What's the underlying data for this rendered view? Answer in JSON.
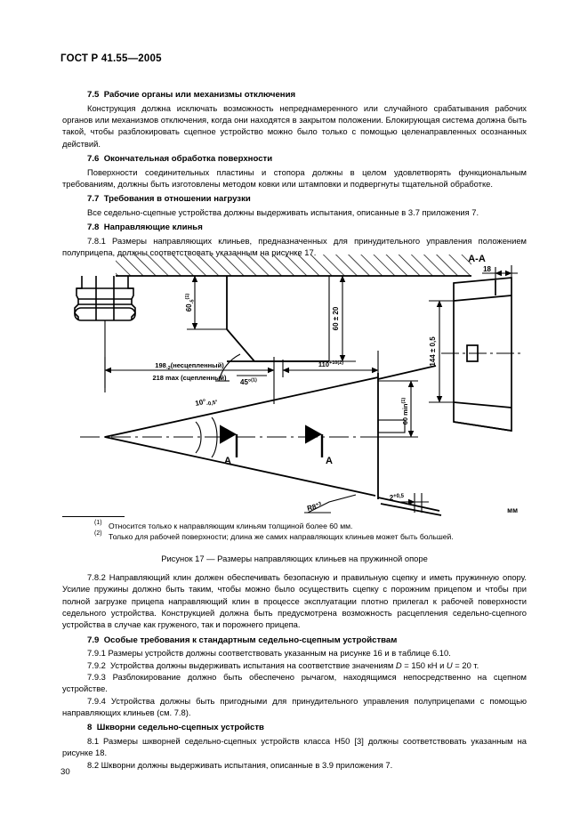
{
  "document": {
    "standard_header": "ГОСТ Р 41.55—2005",
    "page_number": "30"
  },
  "sections": [
    {
      "id": "7.5",
      "number": "7.5",
      "title": "Рабочие органы или механизмы отключения",
      "paragraphs": [
        "Конструкция должна исключать возможность непреднамеренного или случайного срабатывания рабочих органов или механизмов отключения, когда они находятся в закрытом положении. Блокирующая система должна быть такой, чтобы разблокировать сцепное устройство можно было только с помощью целенаправленных осознанных действий."
      ]
    },
    {
      "id": "7.6",
      "number": "7.6",
      "title": "Окончательная обработка поверхности",
      "paragraphs": [
        "Поверхности соединительных пластины и стопора должны в целом удовлетворять функциональным требованиям, должны быть изготовлены методом ковки или штамповки и подвергнуты тщательной обработке."
      ]
    },
    {
      "id": "7.7",
      "number": "7.7",
      "title": "Требования в отношении нагрузки",
      "paragraphs": [
        "Все седельно-сцепные устройства должны выдерживать испытания, описанные в 3.7 приложения 7."
      ]
    },
    {
      "id": "7.8",
      "number": "7.8",
      "title": "Направляющие клинья",
      "paragraphs": [
        "7.8.1  Размеры направляющих клиньев, предназначенных для принудительного управления положением полуприцепа, должны соответствовать указанным на рисунке 17."
      ]
    }
  ],
  "figure": {
    "caption": "Рисунок 17 — Размеры направляющих клиньев на пружинной опоре",
    "section_label": "A-A",
    "labels": {
      "dim_height_60_minus5": "60",
      "dim_height_60_minus5_tol": "-5",
      "dim_height_60_minus5_note": "(1)",
      "dim_60_pm20": "60 ± 20",
      "angle_45": "45°",
      "angle_45_note": "(1)",
      "dim_198_value": "198",
      "dim_198_tol": "-2",
      "dim_198_text": "(несцепленный)",
      "dim_218_text": "218 max (сцепленный)",
      "dim_110_value": "110",
      "dim_110_tol": "+10",
      "dim_110_note": "(2)",
      "angle_10_value": "10°",
      "angle_10_tol": "-0,5°",
      "dim_60_min": "60 min",
      "dim_60_min_note": "(1)",
      "radius_r8": "R8",
      "radius_r8_tol": "+3",
      "section_arrow": "A",
      "dim_18": "18",
      "dim_144": "144 ± 0,5",
      "dim_2_value": "2",
      "dim_2_tol": "+0,5",
      "unit": "мм"
    }
  },
  "footnotes": [
    {
      "mark": "(1)",
      "text": "Относится только к направляющим клиньям толщиной более 60 мм."
    },
    {
      "mark": "(2)",
      "text": "Только для рабочей поверхности; длина же самих направляющих клиньев может быть большей."
    }
  ],
  "sections2": [
    {
      "id": "7.8.2",
      "paragraphs": [
        "7.8.2  Направляющий клин должен обеспечивать безопасную и правильную сцепку и иметь пружинную опору. Усилие пружины должно быть таким, чтобы можно было осуществить сцепку с порожним прицепом и чтобы при полной загрузке прицепа направляющий клин в процессе эксплуатации плотно прилегал к рабочей поверхности седельного устройства. Конструкцией должна быть предусмотрена возможность расцепления седельно-сцепного устройства в случае как груженого, так и порожнего прицепа."
      ]
    },
    {
      "id": "7.9",
      "number": "7.9",
      "title": "Особые требования к стандартным седельно-сцепным устройствам",
      "paragraphs": [
        "7.9.1  Размеры устройств должны соответствовать указанным на рисунке 16 и в таблице 6.10.",
        "7.9.2  Устройства должны выдерживать испытания на соответствие значениям D = 150 кН и U = 20 т.",
        "7.9.3  Разблокирование должно быть обеспечено рычагом, находящимся непосредственно на сцепном устройстве.",
        "7.9.4  Устройства должны быть пригодными для принудительного управления полуприцепами с помощью направляющих клиньев (см. 7.8)."
      ]
    },
    {
      "id": "8",
      "number": "8",
      "title": "Шкворни седельно-сцепных устройств",
      "paragraphs": [
        "8.1  Размеры шкворней седельно-сцепных устройств класса Н50 [3] должны соответствовать указанным на рисунке 18.",
        "8.2  Шкворни должны выдерживать испытания, описанные в 3.9 приложения 7."
      ]
    }
  ]
}
